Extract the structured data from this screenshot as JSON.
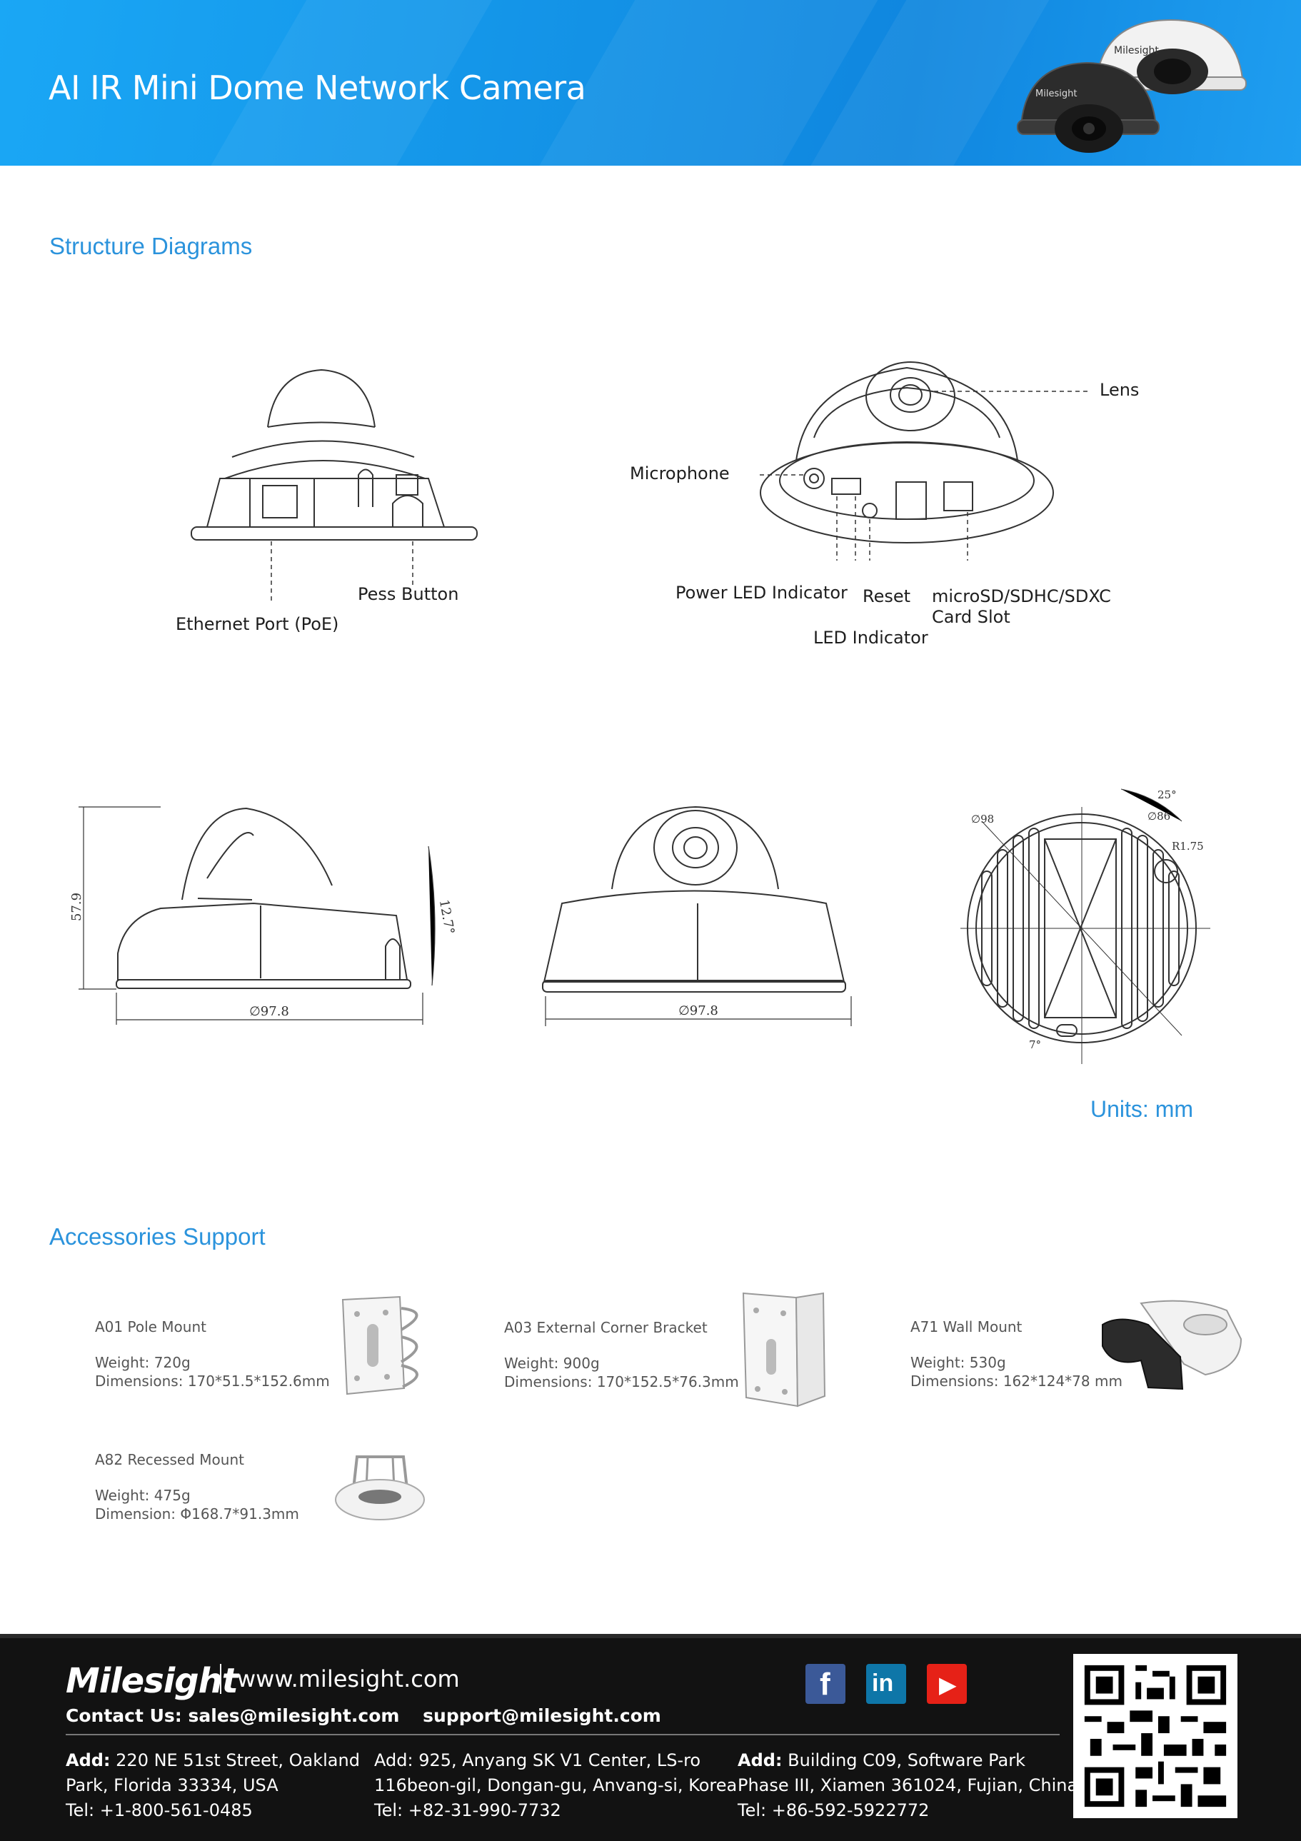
{
  "header": {
    "title": "AI IR Mini Dome Network Camera",
    "product_badge_text": "Milesight"
  },
  "structure": {
    "title": "Structure Diagrams",
    "callouts": {
      "ethernet": "Ethernet Port (PoE)",
      "press_button": "Pess Button",
      "lens": "Lens",
      "microphone": "Microphone",
      "power_led": "Power LED Indicator",
      "reset": "Reset",
      "led_indicator": "LED Indicator",
      "microsd_1": "microSD/SDHC/SDXC",
      "microsd_2": "Card Slot"
    },
    "dimensions": {
      "height": "57.9",
      "tilt": "12.7°",
      "diameter_side": "∅97.8",
      "diameter_front": "∅97.8",
      "base_d98": "∅98",
      "base_d86": "∅86",
      "base_angle_25": "25°",
      "base_r175": "R1.75",
      "base_angle_7": "7°"
    },
    "units": "Units: mm"
  },
  "accessories": {
    "title": "Accessories Support",
    "items": [
      {
        "name": "A01 Pole Mount",
        "weight": "Weight:  720g",
        "dims": "Dimensions: 170*51.5*152.6mm"
      },
      {
        "name": "A03 External Corner Bracket",
        "weight": "Weight:  900g",
        "dims": "Dimensions: 170*152.5*76.3mm"
      },
      {
        "name": "A71 Wall Mount",
        "weight": "Weight:  530g",
        "dims": "Dimensions: 162*124*78 mm"
      },
      {
        "name": "A82 Recessed Mount",
        "weight": "Weight: 475g",
        "dims": "Dimension: Φ168.7*91.3mm"
      }
    ]
  },
  "footer": {
    "brand": "Milesight",
    "website": "www.milesight.com",
    "contact_label": "Contact Us: sales@milesight.com",
    "support_email": "support@milesight.com",
    "addresses": [
      {
        "label": "Add:",
        "line1": " 220 NE 51st Street, Oakland",
        "line2": "Park, Florida 33334, USA",
        "tel": "Tel: +1-800-561-0485"
      },
      {
        "label": "Add:",
        "line1": " 925, Anyang SK V1 Center, LS-ro",
        "line2": "116beon-gil, Dongan-gu, Anvang-si, Korea",
        "tel": "Tel: +82-31-990-7732"
      },
      {
        "label": "Add:",
        "line1": " Building C09, Software Park",
        "line2": "Phase III, Xiamen 361024, Fujian, China",
        "tel": "Tel: +86-592-5922772"
      }
    ],
    "social": [
      "facebook-icon",
      "linkedin-icon",
      "youtube-icon"
    ],
    "social_glyphs": {
      "facebook": "f",
      "linkedin": "in",
      "youtube": "▶"
    },
    "colors": {
      "facebook": "#3b5998",
      "linkedin": "#0e76a8",
      "youtube": "#e62117"
    }
  },
  "colors": {
    "accent": "#2b93dc",
    "header_blue": "#1392e6",
    "footer_bg": "#121212"
  }
}
